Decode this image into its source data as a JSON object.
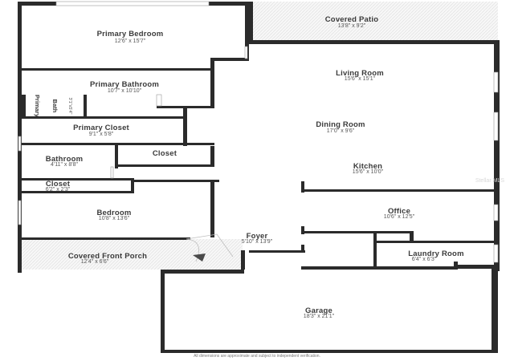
{
  "rooms": {
    "covered_patio": {
      "name": "Covered Patio",
      "dims": "13'8\" x 9'2\""
    },
    "primary_bedroom": {
      "name": "Primary Bedroom",
      "dims": "12'6\" x 15'7\""
    },
    "living_room": {
      "name": "Living Room",
      "dims": "15'6\" x 15'1\""
    },
    "primary_bathroom": {
      "name": "Primary Bathroom",
      "dims": "10'7\" x 10'10\""
    },
    "primary_bath_closet": {
      "name_line1": "Primary",
      "name_line2": "Bath",
      "dims": "3'1\"x5'4\""
    },
    "primary_closet": {
      "name": "Primary Closet",
      "dims": "9'1\" x 5'8\""
    },
    "dining_room": {
      "name": "Dining Room",
      "dims": "17'0\" x 9'6\""
    },
    "closet_mid": {
      "name": "Closet"
    },
    "bathroom": {
      "name": "Bathroom",
      "dims": "4'11\" x 8'8\""
    },
    "kitchen": {
      "name": "Kitchen",
      "dims": "15'6\" x 10'0\""
    },
    "closet_small": {
      "name": "Closet",
      "dims": "6'2\" x 2'3\""
    },
    "office": {
      "name": "Office",
      "dims": "10'6\" x 12'5\""
    },
    "bedroom": {
      "name": "Bedroom",
      "dims": "10'8\" x 13'6\""
    },
    "foyer": {
      "name": "Foyer",
      "dims": "5'10\" x 13'9\""
    },
    "covered_front_porch": {
      "name": "Covered Front Porch",
      "dims": "12'4\" x 6'6\""
    },
    "laundry_room": {
      "name": "Laundry Room",
      "dims": "6'4\" x 6'3\""
    },
    "garage": {
      "name": "Garage",
      "dims": "18'3\" x 21'1\""
    }
  },
  "footer": "All dimensions are approximate and subject to independent verification.",
  "watermark": "Stellar MLS",
  "colors": {
    "wall": "#2b2b2b",
    "floor": "#ffffff",
    "hatch": "#d4d4d4",
    "label": "#3a3a3a"
  }
}
